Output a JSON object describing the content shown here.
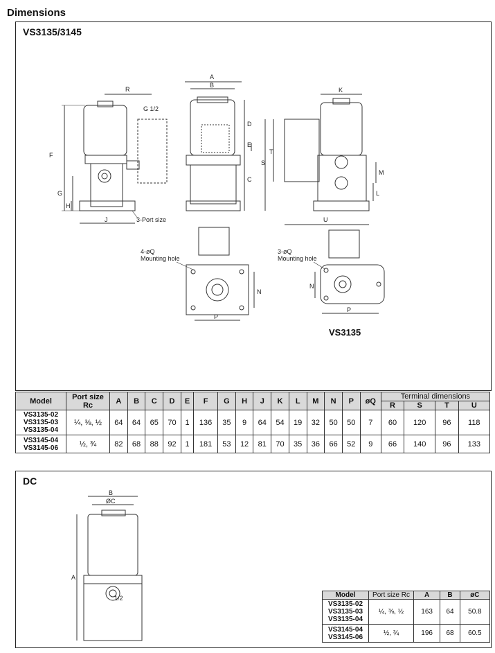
{
  "heading": "Dimensions",
  "section1": {
    "title": "VS3135/3145",
    "drawing_labels": {
      "side": [
        "R",
        "G 1/2",
        "F",
        "G",
        "H",
        "J",
        "3-Port size"
      ],
      "front": [
        "A",
        "B",
        "D",
        "E",
        "C"
      ],
      "right": [
        "K",
        "S",
        "T",
        "M",
        "L",
        "U"
      ],
      "bottom_left": [
        "4-øQ",
        "Mounting hole",
        "N",
        "P"
      ],
      "bottom_right": [
        "3-øQ",
        "Mounting hole",
        "N",
        "P"
      ]
    },
    "vs3135_caption": "VS3135",
    "table": {
      "headers": [
        "Model",
        "Port size Rc",
        "A",
        "B",
        "C",
        "D",
        "E",
        "F",
        "G",
        "H",
        "J",
        "K",
        "L",
        "M",
        "N",
        "P",
        "øQ"
      ],
      "terminal_header": "Terminal dimensions",
      "terminal_cols": [
        "R",
        "S",
        "T",
        "U"
      ],
      "rows": [
        {
          "models": [
            "VS3135-02",
            "VS3135-03",
            "VS3135-04"
          ],
          "port": "¼, ⅜, ½",
          "values": [
            "64",
            "64",
            "65",
            "70",
            "1",
            "136",
            "35",
            "9",
            "64",
            "54",
            "19",
            "32",
            "50",
            "50",
            "7",
            "60",
            "120",
            "96",
            "118"
          ]
        },
        {
          "models": [
            "VS3145-04",
            "VS3145-06"
          ],
          "port": "½, ¾",
          "values": [
            "82",
            "68",
            "88",
            "92",
            "1",
            "181",
            "53",
            "12",
            "81",
            "70",
            "35",
            "36",
            "66",
            "52",
            "9",
            "66",
            "140",
            "96",
            "133"
          ]
        }
      ]
    }
  },
  "section2": {
    "title": "DC",
    "drawing_labels": [
      "B",
      "ØC",
      "A",
      "1/2"
    ],
    "table": {
      "headers": [
        "Model",
        "Port size Rc",
        "A",
        "B",
        "øC"
      ],
      "rows": [
        {
          "models": [
            "VS3135-02",
            "VS3135-03",
            "VS3135-04"
          ],
          "port": "¼, ⅜, ½",
          "values": [
            "163",
            "64",
            "50.8"
          ]
        },
        {
          "models": [
            "VS3145-04",
            "VS3145-06"
          ],
          "port": "½, ¾",
          "values": [
            "196",
            "68",
            "60.5"
          ]
        }
      ]
    }
  }
}
